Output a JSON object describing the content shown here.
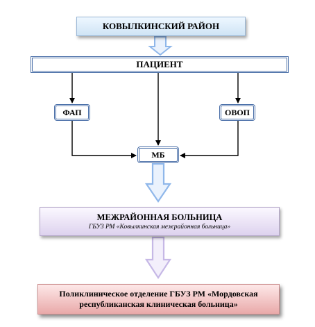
{
  "district": "КОВЫЛКИНСКИЙ РАЙОН",
  "patient": "ПАЦИЕНТ",
  "fap": "ФАП",
  "ovop": "ОВОП",
  "mb": "МБ",
  "interdistrict": {
    "title": "МЕЖРАЙОННАЯ БОЛЬНИЦА",
    "subtitle": "ГБУЗ РМ «Ковылкинская межрайонная больница»"
  },
  "polyclinic": "Поликлиническое отделение ГБУЗ РМ «Мордовская республиканская клиническая больница»",
  "colors": {
    "blue_arrow": "#8fb7ea",
    "purple_arrow": "#c6b8e6",
    "box_border": "#4a6fa8"
  }
}
